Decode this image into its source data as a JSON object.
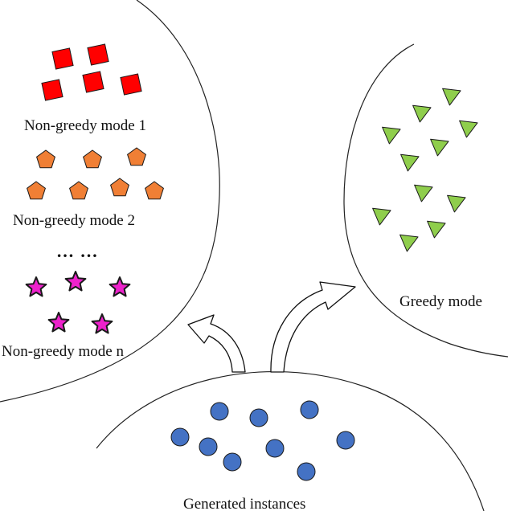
{
  "labels": {
    "mode1": "Non-greedy mode 1",
    "mode2": "Non-greedy mode 2",
    "ellipsis": "…  …",
    "moden": "Non-greedy mode n",
    "greedy": "Greedy mode",
    "generated": "Generated instances"
  },
  "colors": {
    "square": "#ff0000",
    "pentagon": "#f07f35",
    "star": "#ee22cc",
    "triangle": "#8fce4c",
    "circle": "#4472c4",
    "outline": "#1a1a1a"
  },
  "icons": {
    "mode1": "square-icon",
    "mode2": "pentagon-icon",
    "moden": "star-icon",
    "greedy": "triangle-icon",
    "generated": "circle-icon"
  }
}
